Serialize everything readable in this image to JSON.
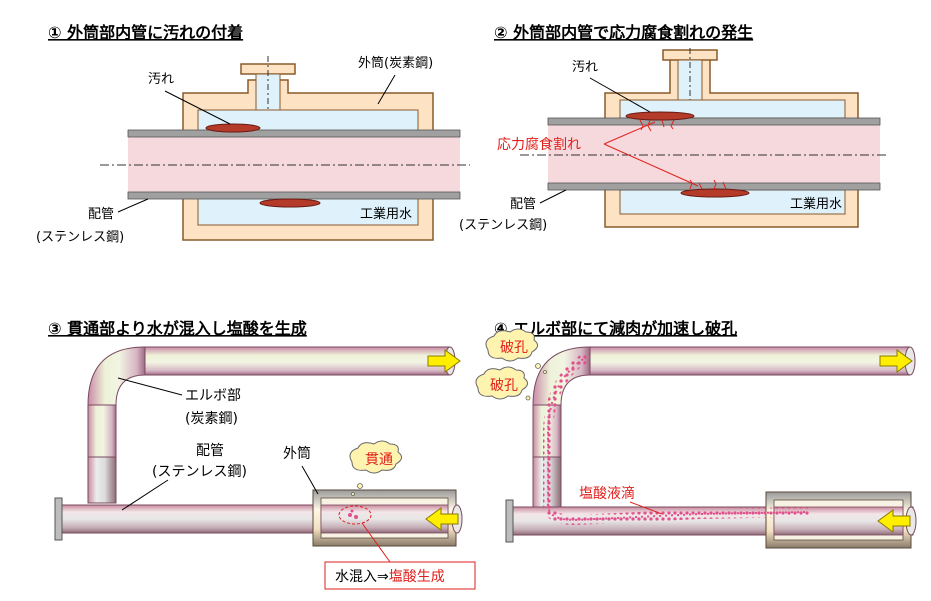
{
  "panel1": {
    "title": "① 外筒部内管に汚れの付着",
    "dirt_label": "汚れ",
    "outer_shell_label": "外筒(炭素鋼)",
    "pipe_label_1": "配管",
    "pipe_label_2": "(ステンレス鋼)",
    "water_label": "工業用水"
  },
  "panel2": {
    "title": "② 外筒部内管で応力腐食割れの発生",
    "dirt_label": "汚れ",
    "scc_label": "応力腐食割れ",
    "pipe_label_1": "配管",
    "pipe_label_2": "(ステンレス鋼)",
    "water_label": "工業用水"
  },
  "panel3": {
    "title": "③ 貫通部より水が混入し塩酸を生成",
    "elbow_label_1": "エルボ部",
    "elbow_label_2": "(炭素鋼)",
    "pipe_label_1": "配管",
    "pipe_label_2": "(ステンレス鋼)",
    "outer_label": "外筒",
    "bubble_label": "貫通",
    "box_label_black": "水混入⇒",
    "box_label_red": "塩酸生成"
  },
  "panel4": {
    "title": "④ エルボ部にて減肉が加速し破孔",
    "bubble1_label": "破孔",
    "bubble2_label": "破孔",
    "droplet_label": "塩酸液滴"
  },
  "colors": {
    "shell_fill": "#fde3c4",
    "shell_stroke": "#8a5a2b",
    "water_fill": "#dff2fb",
    "pipe_fill": "#f6d9dc",
    "pipe_wall": "#a0a0a0",
    "dirt": "#b43a2a",
    "accent_red": "#e0201c",
    "arrow_yellow": "#ffee00",
    "bubble_fill": "#fff3b0",
    "droplet": "#e0508a"
  }
}
